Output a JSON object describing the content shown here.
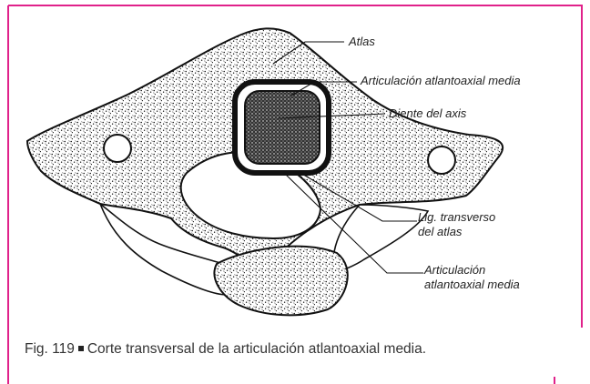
{
  "labels": {
    "atlas": "Atlas",
    "articulacion_top": "Articulación atlantoaxial media",
    "diente": "Diente del axis",
    "lig_line1": "Lig. transverso",
    "lig_line2": "del atlas",
    "articulacion_bottom_line1": "Articulación",
    "articulacion_bottom_line2": "atlantoaxial media"
  },
  "caption": {
    "figure_number": "Fig. 119",
    "text": "Corte transversal de la articulación atlantoaxial media."
  },
  "colors": {
    "frame_accent": "#e0218a",
    "ink": "#111111"
  }
}
